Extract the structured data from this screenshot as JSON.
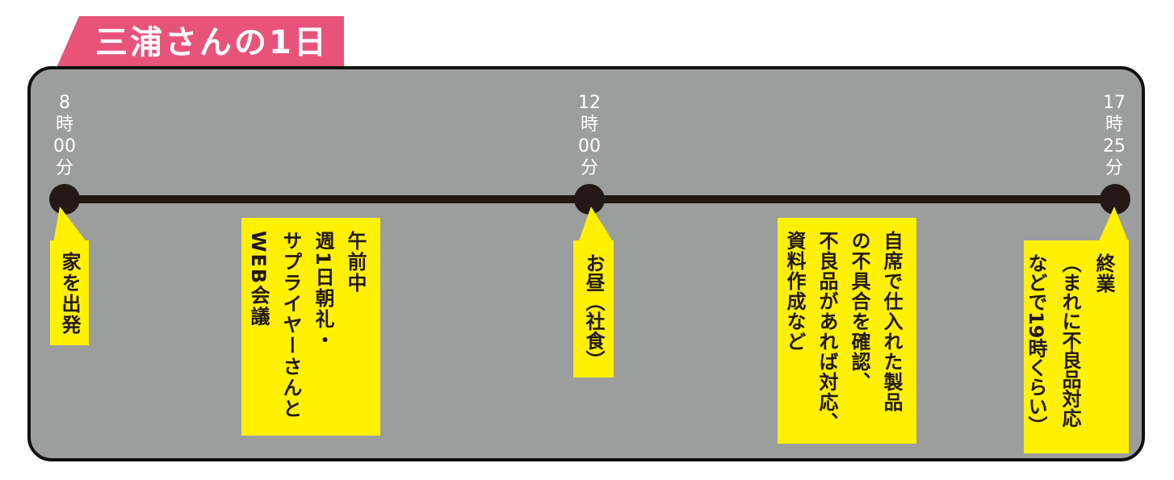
{
  "title": "三浦さんの1日",
  "colors": {
    "title_bg": "#e8537a",
    "panel_bg": "#9c9d9d",
    "line": "#231815",
    "note_bg": "#fff100"
  },
  "markers": [
    {
      "hour": "8",
      "hour_unit": "時",
      "minute": "00",
      "minute_unit": "分"
    },
    {
      "hour": "12",
      "hour_unit": "時",
      "minute": "00",
      "minute_unit": "分"
    },
    {
      "hour": "17",
      "hour_unit": "時",
      "minute": "25",
      "minute_unit": "分"
    }
  ],
  "notes": [
    {
      "lines": [
        "家を出発"
      ]
    },
    {
      "lines": [
        "午前中",
        "週1日朝礼・",
        "サプライヤーさんと",
        "WEB会議"
      ]
    },
    {
      "lines": [
        "お昼（社食）"
      ]
    },
    {
      "lines": [
        "自席で仕入れた製品",
        "の不具合を確認、",
        "不良品があれば対応、",
        "資料作成など"
      ]
    },
    {
      "lines": [
        "終業",
        "（まれに不良品対応",
        "などで19時くらい）"
      ]
    }
  ]
}
